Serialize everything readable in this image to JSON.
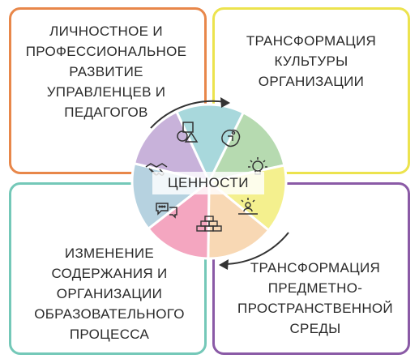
{
  "boxes": {
    "top_left": {
      "lines": [
        "ЛИЧНОСТНОЕ И",
        "ПРОФЕССИОНАЛЬНОЕ",
        "РАЗВИТИЕ",
        "УПРАВЛЕНЦЕВ И",
        "ПЕДАГОГОВ"
      ],
      "border_color": "#e8874a"
    },
    "top_right": {
      "lines": [
        "ТРАНСФОРМАЦИЯ",
        "КУЛЬТУРЫ",
        "ОРГАНИЗАЦИИ"
      ],
      "border_color": "#ece34e"
    },
    "bottom_left": {
      "lines": [
        "ИЗМЕНЕНИЕ",
        "СОДЕРЖАНИЯ И",
        "ОРГАНИЗАЦИИ",
        "ОБРАЗОВАТЕЛЬНОГО",
        "ПРОЦЕССА"
      ],
      "border_color": "#74c8b8"
    },
    "bottom_right": {
      "lines": [
        "ТРАНСФОРМАЦИЯ",
        "ПРЕДМЕТНО-",
        "ПРОСТРАНСТВЕННОЙ",
        "СРЕДЫ"
      ],
      "border_color": "#8a5aa6"
    }
  },
  "wheel": {
    "center_label": "ЦЕННОСТИ",
    "segments": [
      {
        "color": "#a8d8dc",
        "icon": "shapes-icon"
      },
      {
        "color": "#b6dab0",
        "icon": "brain-puzzle-icon"
      },
      {
        "color": "#f4f08e",
        "icon": "lightbulb-icon"
      },
      {
        "color": "#f8d8b4",
        "icon": "leader-team-icon"
      },
      {
        "color": "#f4a6c0",
        "icon": "bricks-icon"
      },
      {
        "color": "#b6d2e0",
        "icon": "chat-bubbles-icon"
      },
      {
        "color": "#c8b2da",
        "icon": "handshake-icon"
      }
    ],
    "arrow_color": "#333333"
  }
}
